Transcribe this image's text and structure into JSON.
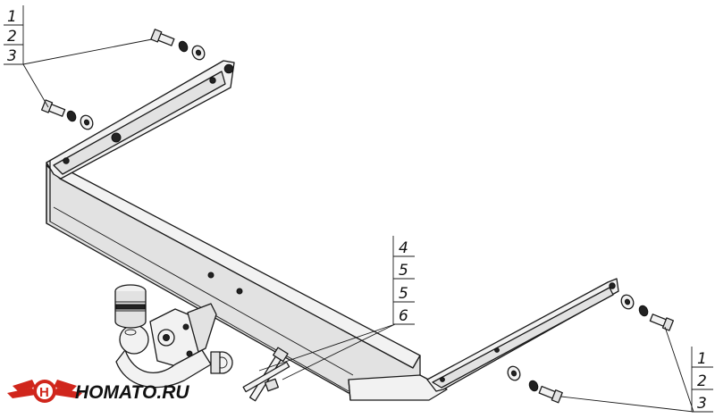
{
  "callouts": {
    "top_left": [
      "1",
      "2",
      "3"
    ],
    "middle": [
      "4",
      "5",
      "5",
      "6"
    ],
    "bottom_right": [
      "1",
      "2",
      "3"
    ]
  },
  "brand": {
    "name": "HOMATO.RU",
    "accent_color": "#d0261c"
  },
  "icons": {
    "logo": "homato-winged-logo-icon"
  }
}
